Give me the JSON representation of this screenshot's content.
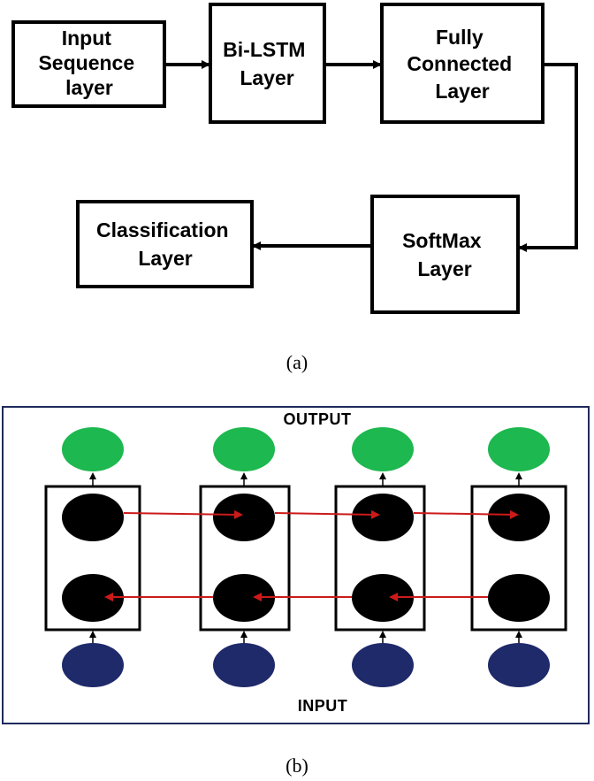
{
  "flowchart": {
    "boxes": {
      "input": [
        "Input",
        "Sequence",
        "layer"
      ],
      "bilstm": [
        "Bi-LSTM",
        "Layer"
      ],
      "fc": [
        "Fully",
        "Connected",
        "Layer"
      ],
      "softmax": [
        "SoftMax",
        "Layer"
      ],
      "classification": [
        "Classification",
        "Layer"
      ]
    },
    "caption": "(a)"
  },
  "bilstm_diagram": {
    "output_label": "OUTPUT",
    "input_label": "INPUT",
    "caption": "(b)",
    "colors": {
      "output_node": "#1db84f",
      "hidden_node": "#000000",
      "input_node": "#1f2a6b",
      "recurrent_arrow": "#cc1a1a",
      "frame": "#1f2a5c"
    }
  }
}
